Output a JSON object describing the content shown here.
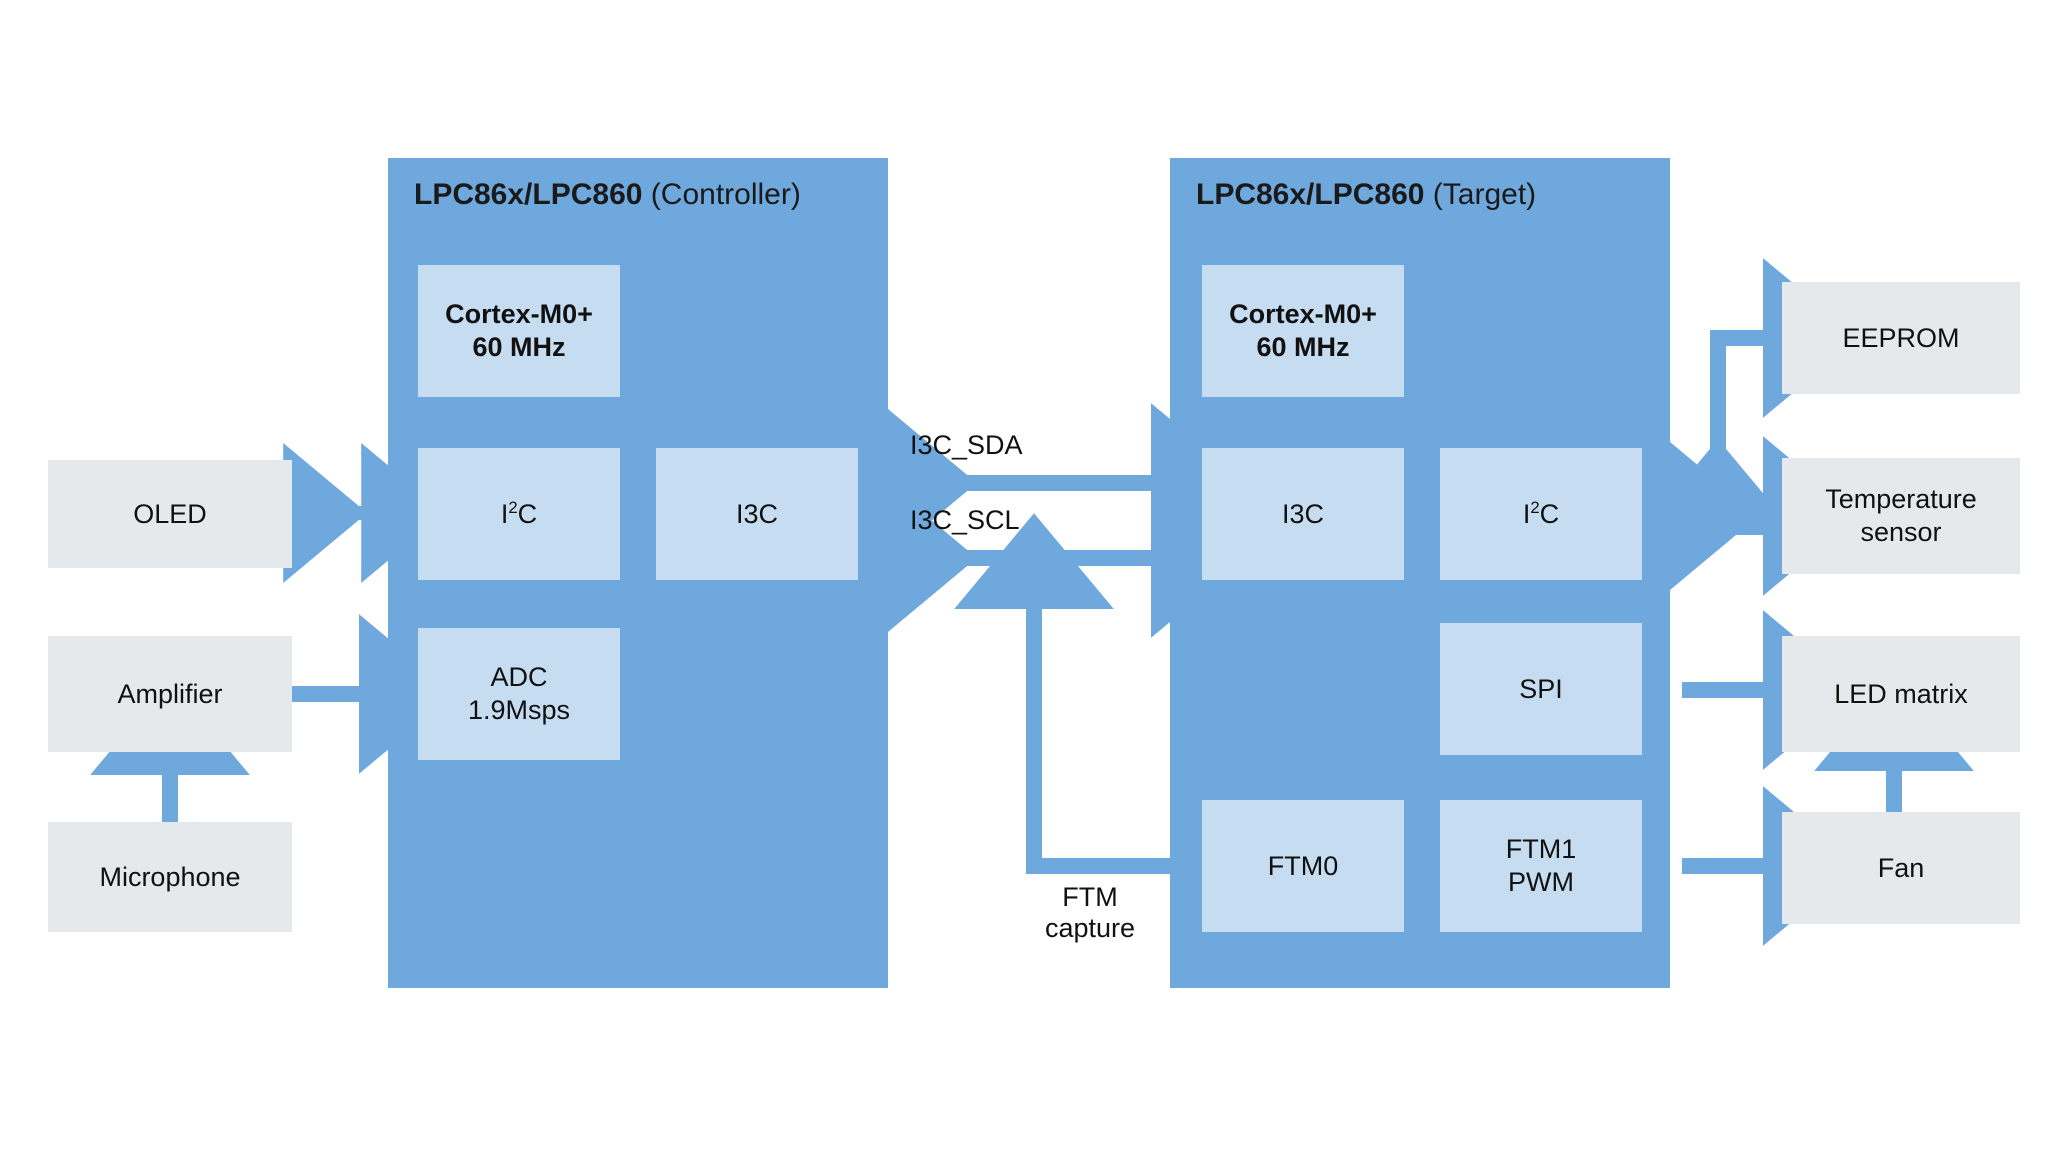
{
  "diagram": {
    "title": "LPC86x I3C controller-target block diagram",
    "colors": {
      "mcu_fill": "#6FA8DC",
      "block_fill": "#C6DCF0",
      "peripheral_fill": "#E5E9EB",
      "arrow": "#6FA8DC",
      "text": "#111111",
      "background": "#FFFFFF"
    }
  },
  "controller": {
    "name_bold": "LPC86x/LPC860",
    "name_suffix": " (Controller)",
    "blocks": {
      "cpu": "Cortex-M0+\n60 MHz",
      "i2c": "I²C",
      "i3c": "I3C",
      "adc": "ADC\n1.9Msps"
    }
  },
  "target": {
    "name_bold": "LPC86x/LPC860",
    "name_suffix": " (Target)",
    "blocks": {
      "cpu": "Cortex-M0+\n60 MHz",
      "i3c": "I3C",
      "i2c": "I²C",
      "spi": "SPI",
      "ftm0": "FTM0",
      "ftm1": "FTM1\nPWM"
    }
  },
  "peripherals": {
    "oled": "OLED",
    "amplifier": "Amplifier",
    "microphone": "Microphone",
    "eeprom": "EEPROM",
    "temperature_sensor": "Temperature\nsensor",
    "led_matrix": "LED matrix",
    "fan": "Fan"
  },
  "bus_labels": {
    "sda": "I3C_SDA",
    "scl": "I3C_SCL",
    "ftm_capture": "FTM\ncapture"
  },
  "connections": [
    {
      "from": "OLED",
      "to": "I²C (Controller)",
      "style": "bidirectional"
    },
    {
      "from": "Microphone",
      "to": "Amplifier",
      "style": "unidirectional"
    },
    {
      "from": "Amplifier",
      "to": "ADC 1.9Msps",
      "style": "unidirectional"
    },
    {
      "from": "I3C (Controller)",
      "to": "I3C (Target)",
      "label": "I3C_SDA",
      "style": "bidirectional"
    },
    {
      "from": "I3C (Controller)",
      "to": "I3C (Target)",
      "label": "I3C_SCL",
      "style": "bidirectional"
    },
    {
      "from": "FTM0 (Target)",
      "to": "I3C_SCL line",
      "label": "FTM capture",
      "style": "unidirectional"
    },
    {
      "from": "I²C (Target)",
      "to": "Temperature sensor",
      "style": "bidirectional"
    },
    {
      "from": "I²C (Target)",
      "to": "EEPROM",
      "style": "bidirectional"
    },
    {
      "from": "SPI (Target)",
      "to": "LED matrix",
      "style": "unidirectional"
    },
    {
      "from": "FTM1 PWM (Target)",
      "to": "Fan",
      "style": "unidirectional"
    },
    {
      "from": "Fan",
      "to": "LED matrix",
      "style": "unidirectional"
    }
  ]
}
